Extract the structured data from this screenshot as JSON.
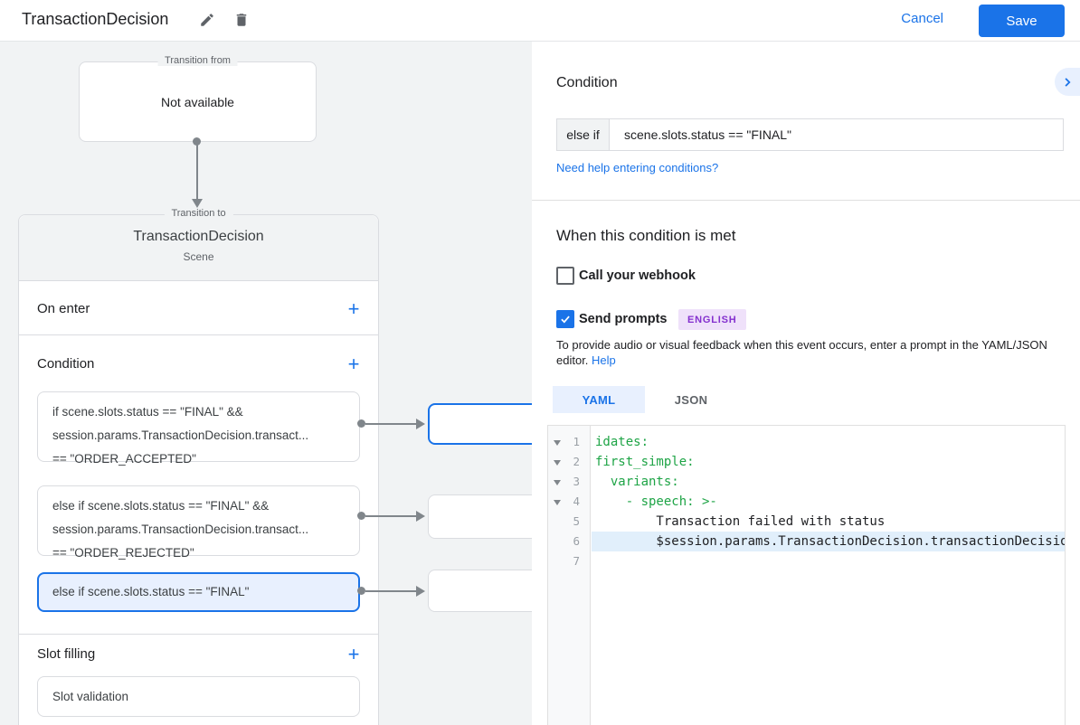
{
  "header": {
    "title": "TransactionDecision",
    "cancel_label": "Cancel",
    "save_label": "Save"
  },
  "icons": {
    "plus": "+"
  },
  "colors": {
    "accent": "#1a73e8",
    "selected_bg": "#e8f0fe",
    "yaml_key_green": "#1ea446",
    "badge_bg": "#efe1fa",
    "badge_text": "#8430ce",
    "canvas_bg": "#f1f3f4"
  },
  "diagram": {
    "transition_from": {
      "label": "Transition from",
      "value": "Not available"
    },
    "transition_to": {
      "label": "Transition to",
      "title": "TransactionDecision",
      "subtitle": "Scene",
      "on_enter_label": "On enter",
      "condition_label": "Condition",
      "slot_filling_label": "Slot filling",
      "conditions": [
        {
          "lines": [
            "if scene.slots.status == \"FINAL\" &&",
            "session.params.TransactionDecision.transact...",
            "== \"ORDER_ACCEPTED\""
          ]
        },
        {
          "lines": [
            "else if scene.slots.status == \"FINAL\" &&",
            "session.params.TransactionDecision.transact...",
            "== \"ORDER_REJECTED\""
          ]
        },
        {
          "lines": [
            "else if scene.slots.status == \"FINAL\""
          ]
        }
      ],
      "slot_items": [
        {
          "label": "Slot validation"
        }
      ]
    }
  },
  "panel": {
    "title": "Condition",
    "condition_prefix": "else if",
    "condition_value": "scene.slots.status == \"FINAL\"",
    "help_link": "Need help entering conditions?",
    "when_met_title": "When this condition is met",
    "webhook_label": "Call your webhook",
    "prompts_label": "Send prompts",
    "language_badge": "ENGLISH",
    "description_line1": "To provide audio or visual feedback when this event occurs, enter a prompt in the YAML/JSON",
    "description_line2": "editor.",
    "description_help_link": "Help",
    "tabs": [
      {
        "label": "YAML"
      },
      {
        "label": "JSON"
      }
    ],
    "editor": {
      "lines": [
        {
          "num": "1",
          "text": "idates:"
        },
        {
          "num": "2",
          "text": "first_simple:"
        },
        {
          "num": "3",
          "text": "  variants:"
        },
        {
          "num": "4",
          "text": "    - speech: >-"
        },
        {
          "num": "5",
          "text": "        Transaction failed with status"
        },
        {
          "num": "6",
          "text": "        $session.params.TransactionDecision.transactionDecision"
        },
        {
          "num": "7",
          "text": ""
        }
      ]
    }
  }
}
